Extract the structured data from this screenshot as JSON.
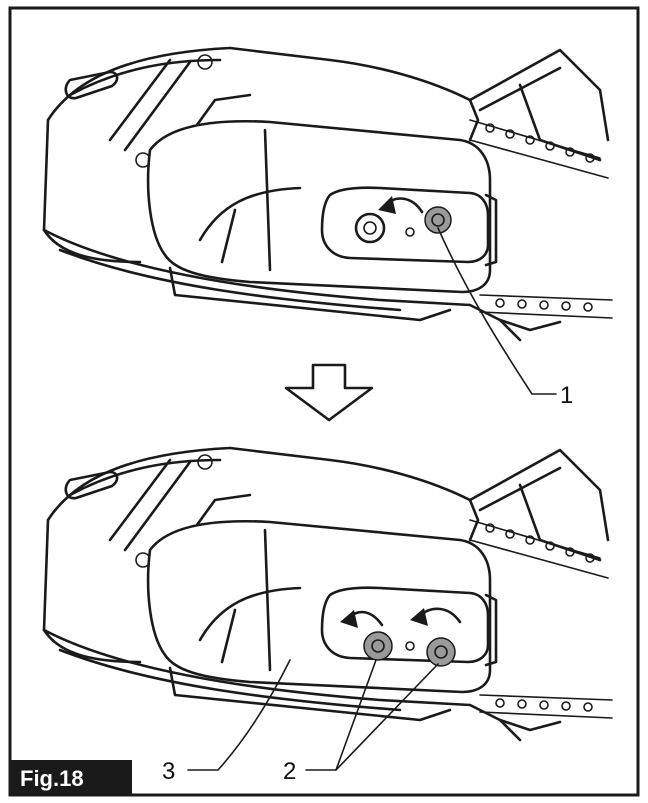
{
  "figure": {
    "label": "Fig.18",
    "callouts": {
      "c1": "1",
      "c2": "2",
      "c3": "3"
    },
    "colors": {
      "line": "#1a1a1a",
      "label_background": "#1a1a1a",
      "label_text": "#ffffff"
    }
  }
}
